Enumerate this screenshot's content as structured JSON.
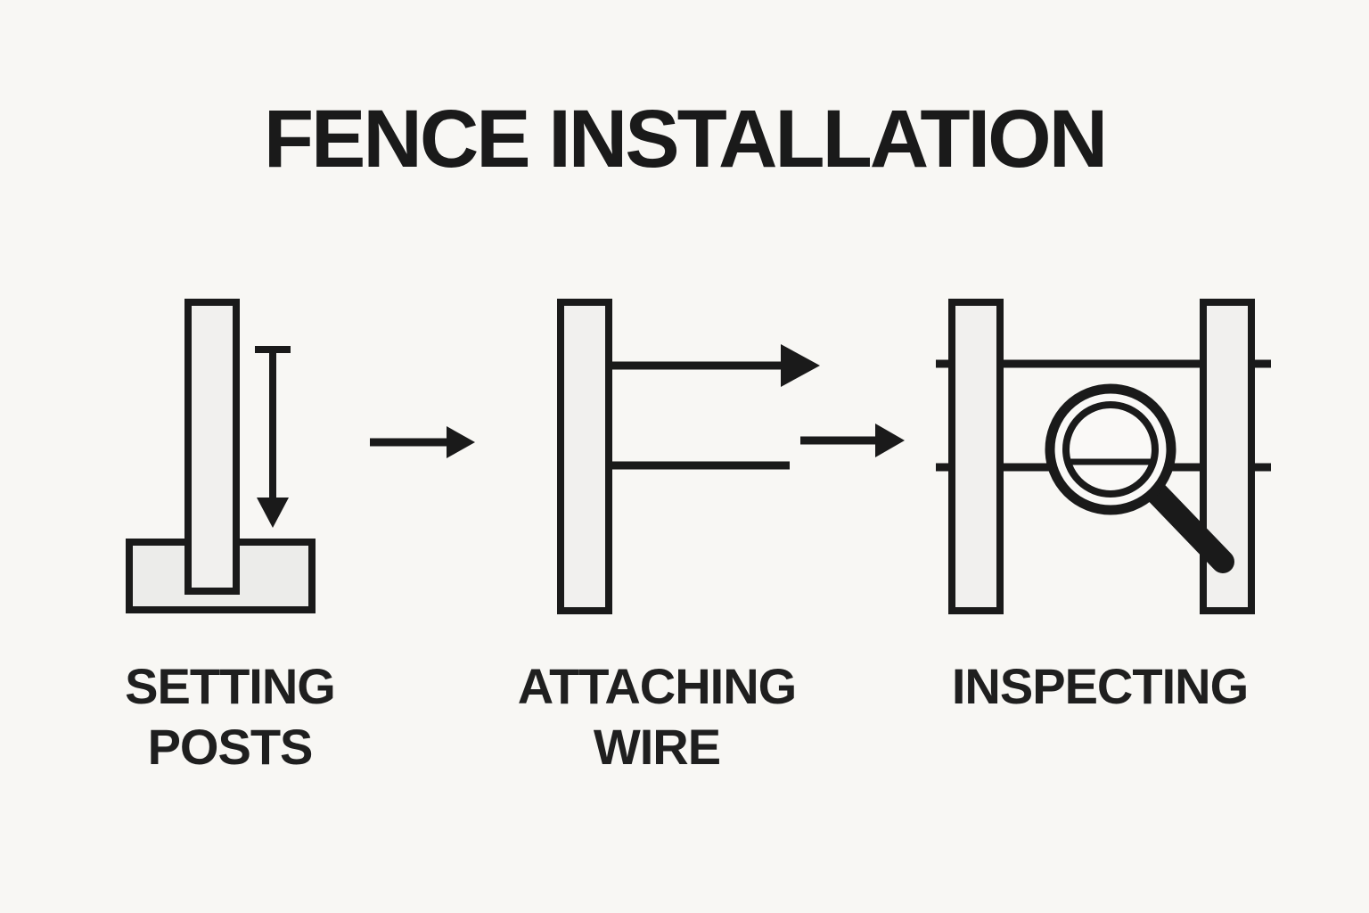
{
  "title": "FENCE INSTALLATION",
  "steps": [
    {
      "label_line1": "SETTING",
      "label_line2": "POSTS",
      "icon": "post-in-ground-with-depth-arrow"
    },
    {
      "label_line1": "ATTACHING",
      "label_line2": "WIRE",
      "icon": "post-with-wire-lines-and-arrows"
    },
    {
      "label_line1": "INSPECTING",
      "label_line2": "",
      "icon": "fence-panel-with-magnifier"
    }
  ],
  "colors": {
    "background": "#f8f7f4",
    "ink": "#1a1a1a",
    "light_fill": "#efeeec"
  }
}
